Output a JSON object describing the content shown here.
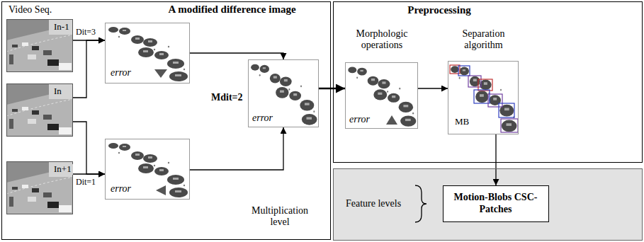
{
  "diagram": {
    "nodes": [
      {
        "text": [
          "A modified difference image"
        ]
      },
      {
        "text": [
          "In-1"
        ],
        "in": 0
      },
      {
        "text": [
          "In"
        ],
        "in": 0
      },
      {
        "text": [
          "In+1"
        ],
        "in": 0
      },
      {
        "text": [
          "error"
        ],
        "in": 0
      },
      {
        "text": [
          "Mdit=2",
          "error"
        ],
        "in": 0
      },
      {
        "text": [
          "error"
        ],
        "in": 0
      },
      {
        "text": [
          "Preprocessing"
        ]
      },
      {
        "text": [
          "Morphologic operations",
          "error"
        ],
        "in": 7
      },
      {
        "text": [
          "Separation algorithm",
          "MB"
        ],
        "in": 7
      },
      {
        "text": [
          "Feature levels"
        ]
      },
      {
        "text": [
          "Motion-Blobs CSC-Patches"
        ],
        "in": 10
      }
    ],
    "edges": [
      {
        "from": 1,
        "to": 4,
        "label": "Dit=3",
        "arrow": "to"
      },
      {
        "from": 2,
        "to": 4,
        "arrow": "to"
      },
      {
        "from": 2,
        "to": 6,
        "label": "Dit=1",
        "arrow": "to"
      },
      {
        "from": 3,
        "to": 6,
        "arrow": "to"
      },
      {
        "from": 4,
        "to": 5,
        "arrow": "to"
      },
      {
        "from": 6,
        "to": 5,
        "arrow": "to"
      },
      {
        "from": 5,
        "to": 8,
        "arrow": "to"
      },
      {
        "from": 8,
        "to": 9,
        "arrow": "to"
      },
      {
        "from": 9,
        "to": 11,
        "arrow": "to"
      }
    ],
    "labels": [
      "Video Seq.",
      "Multiplication level"
    ]
  }
}
